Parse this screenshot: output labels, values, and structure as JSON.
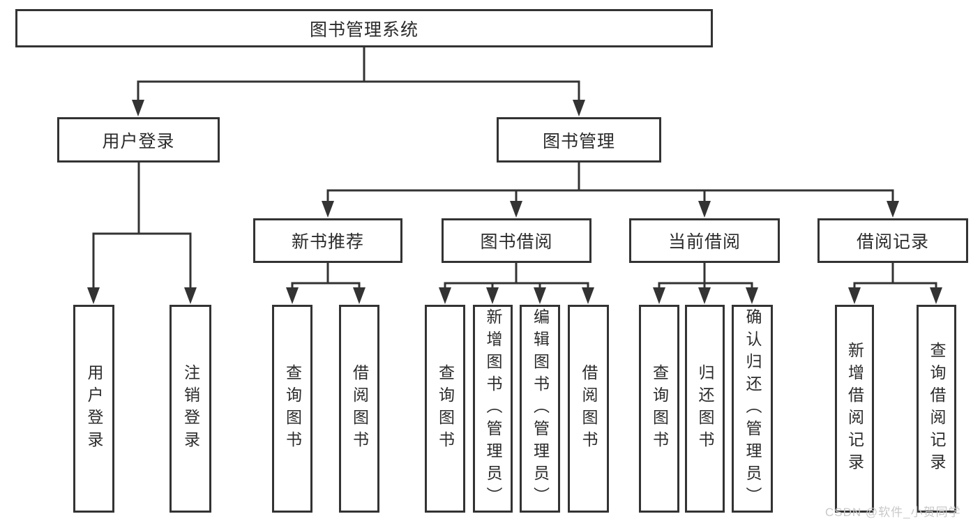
{
  "diagram": {
    "root": {
      "label": "图书管理系统"
    },
    "branches": [
      {
        "label": "用户登录",
        "children": [
          {
            "label": "用户登录"
          },
          {
            "label": "注销登录"
          }
        ]
      },
      {
        "label": "图书管理",
        "children": [
          {
            "label": "新书推荐",
            "children": [
              {
                "label": "查询图书"
              },
              {
                "label": "借阅图书"
              }
            ]
          },
          {
            "label": "图书借阅",
            "children": [
              {
                "label": "查询图书"
              },
              {
                "label": "新增图书（管理员）"
              },
              {
                "label": "编辑图书（管理员）"
              },
              {
                "label": "借阅图书"
              }
            ]
          },
          {
            "label": "当前借阅",
            "children": [
              {
                "label": "查询图书"
              },
              {
                "label": "归还图书"
              },
              {
                "label": "确认归还（管理员）"
              }
            ]
          },
          {
            "label": "借阅记录",
            "children": [
              {
                "label": "新增借阅记录"
              },
              {
                "label": "查询借阅记录"
              }
            ]
          }
        ]
      }
    ],
    "colors": {
      "line": "#333333",
      "box_border": "#333333",
      "text": "#2b2b2b",
      "background": "#ffffff",
      "watermark": "#c9c9c9"
    }
  },
  "watermark": {
    "text": "CSDN @软件_小贺同学"
  }
}
